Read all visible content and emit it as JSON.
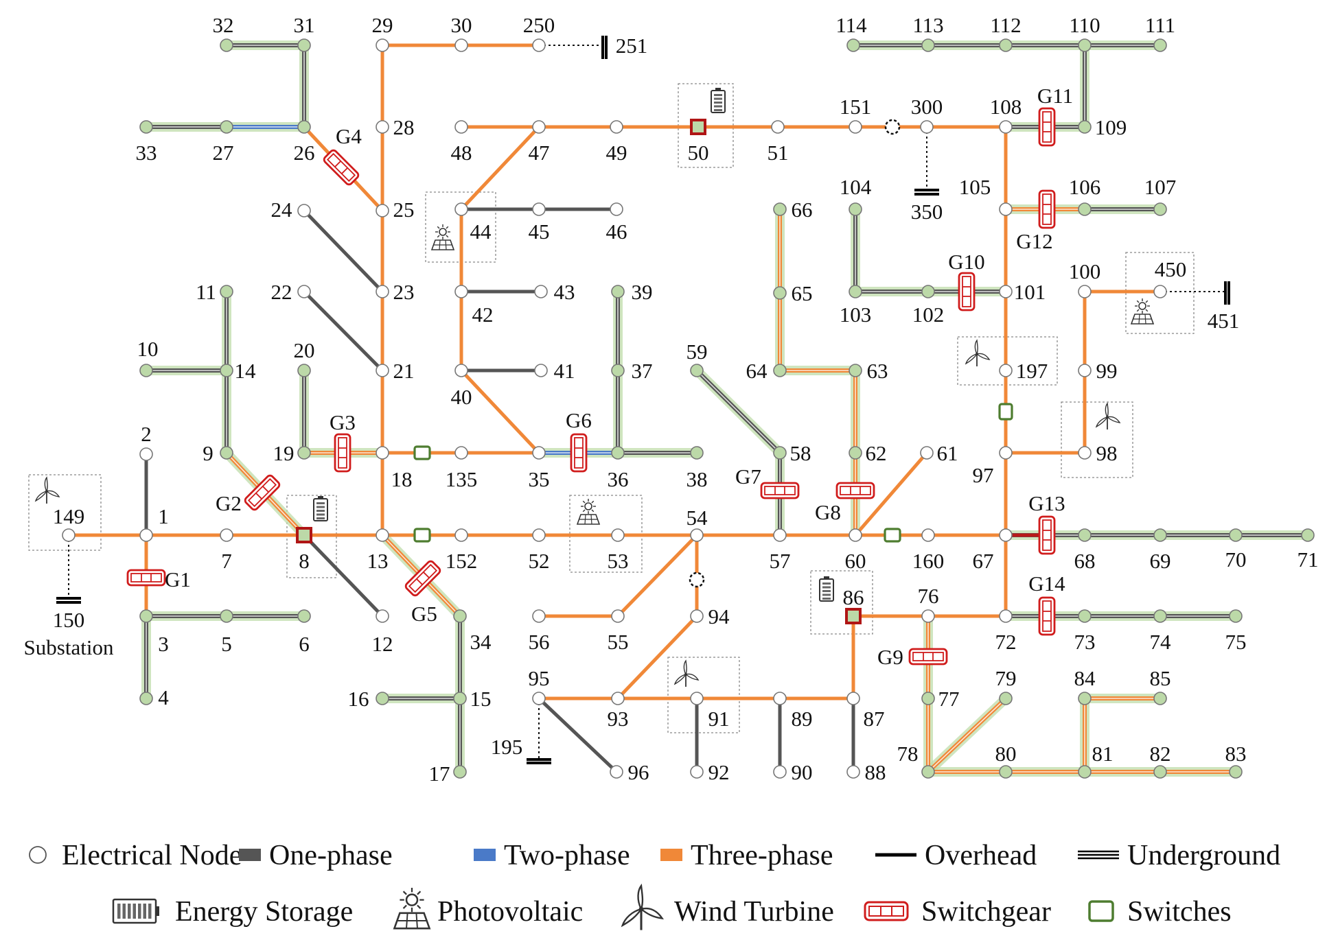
{
  "colors": {
    "one_phase": "#555555",
    "two_phase": "#4a7ac8",
    "three_phase": "#f08838",
    "underground_glow": "#bfdcaa",
    "node_fill": "#ffffff",
    "node_green": "#bcd9a8",
    "switchgear": "#d01c1c",
    "switch": "#4e7d30",
    "storage_node": "#b01515"
  },
  "nodes": [
    {
      "id": "1",
      "label": "1"
    },
    {
      "id": "2",
      "label": "2"
    },
    {
      "id": "3",
      "label": "3"
    },
    {
      "id": "4",
      "label": "4"
    },
    {
      "id": "5",
      "label": "5"
    },
    {
      "id": "6",
      "label": "6"
    },
    {
      "id": "7",
      "label": "7"
    },
    {
      "id": "8",
      "label": "8"
    },
    {
      "id": "9",
      "label": "9"
    },
    {
      "id": "10",
      "label": "10"
    },
    {
      "id": "11",
      "label": "11"
    },
    {
      "id": "12",
      "label": "12"
    },
    {
      "id": "13",
      "label": "13"
    },
    {
      "id": "14",
      "label": "14"
    },
    {
      "id": "15",
      "label": "15"
    },
    {
      "id": "16",
      "label": "16"
    },
    {
      "id": "17",
      "label": "17"
    },
    {
      "id": "18",
      "label": "18"
    },
    {
      "id": "19",
      "label": "19"
    },
    {
      "id": "20",
      "label": "20"
    },
    {
      "id": "21",
      "label": "21"
    },
    {
      "id": "22",
      "label": "22"
    },
    {
      "id": "23",
      "label": "23"
    },
    {
      "id": "24",
      "label": "24"
    },
    {
      "id": "25",
      "label": "25"
    },
    {
      "id": "26",
      "label": "26"
    },
    {
      "id": "27",
      "label": "27"
    },
    {
      "id": "28",
      "label": "28"
    },
    {
      "id": "29",
      "label": "29"
    },
    {
      "id": "30",
      "label": "30"
    },
    {
      "id": "31",
      "label": "31"
    },
    {
      "id": "32",
      "label": "32"
    },
    {
      "id": "33",
      "label": "33"
    },
    {
      "id": "34",
      "label": "34"
    },
    {
      "id": "35",
      "label": "35"
    },
    {
      "id": "36",
      "label": "36"
    },
    {
      "id": "37",
      "label": "37"
    },
    {
      "id": "38",
      "label": "38"
    },
    {
      "id": "39",
      "label": "39"
    },
    {
      "id": "40",
      "label": "40"
    },
    {
      "id": "41",
      "label": "41"
    },
    {
      "id": "42",
      "label": "42"
    },
    {
      "id": "43",
      "label": "43"
    },
    {
      "id": "44",
      "label": "44"
    },
    {
      "id": "45",
      "label": "45"
    },
    {
      "id": "46",
      "label": "46"
    },
    {
      "id": "47",
      "label": "47"
    },
    {
      "id": "48",
      "label": "48"
    },
    {
      "id": "49",
      "label": "49"
    },
    {
      "id": "50",
      "label": "50"
    },
    {
      "id": "51",
      "label": "51"
    },
    {
      "id": "52",
      "label": "52"
    },
    {
      "id": "53",
      "label": "53"
    },
    {
      "id": "54",
      "label": "54"
    },
    {
      "id": "55",
      "label": "55"
    },
    {
      "id": "56",
      "label": "56"
    },
    {
      "id": "57",
      "label": "57"
    },
    {
      "id": "58",
      "label": "58"
    },
    {
      "id": "59",
      "label": "59"
    },
    {
      "id": "60",
      "label": "60"
    },
    {
      "id": "61",
      "label": "61"
    },
    {
      "id": "62",
      "label": "62"
    },
    {
      "id": "63",
      "label": "63"
    },
    {
      "id": "64",
      "label": "64"
    },
    {
      "id": "65",
      "label": "65"
    },
    {
      "id": "66",
      "label": "66"
    },
    {
      "id": "67",
      "label": "67"
    },
    {
      "id": "68",
      "label": "68"
    },
    {
      "id": "69",
      "label": "69"
    },
    {
      "id": "70",
      "label": "70"
    },
    {
      "id": "71",
      "label": "71"
    },
    {
      "id": "72",
      "label": "72"
    },
    {
      "id": "73",
      "label": "73"
    },
    {
      "id": "74",
      "label": "74"
    },
    {
      "id": "75",
      "label": "75"
    },
    {
      "id": "76",
      "label": "76"
    },
    {
      "id": "77",
      "label": "77"
    },
    {
      "id": "78",
      "label": "78"
    },
    {
      "id": "79",
      "label": "79"
    },
    {
      "id": "80",
      "label": "80"
    },
    {
      "id": "81",
      "label": "81"
    },
    {
      "id": "82",
      "label": "82"
    },
    {
      "id": "83",
      "label": "83"
    },
    {
      "id": "84",
      "label": "84"
    },
    {
      "id": "85",
      "label": "85"
    },
    {
      "id": "86",
      "label": "86"
    },
    {
      "id": "87",
      "label": "87"
    },
    {
      "id": "88",
      "label": "88"
    },
    {
      "id": "89",
      "label": "89"
    },
    {
      "id": "90",
      "label": "90"
    },
    {
      "id": "91",
      "label": "91"
    },
    {
      "id": "92",
      "label": "92"
    },
    {
      "id": "93",
      "label": "93"
    },
    {
      "id": "94",
      "label": "94"
    },
    {
      "id": "95",
      "label": "95"
    },
    {
      "id": "96",
      "label": "96"
    },
    {
      "id": "97",
      "label": "97"
    },
    {
      "id": "98",
      "label": "98"
    },
    {
      "id": "99",
      "label": "99"
    },
    {
      "id": "100",
      "label": "100"
    },
    {
      "id": "101",
      "label": "101"
    },
    {
      "id": "102",
      "label": "102"
    },
    {
      "id": "103",
      "label": "103"
    },
    {
      "id": "104",
      "label": "104"
    },
    {
      "id": "105",
      "label": "105"
    },
    {
      "id": "106",
      "label": "106"
    },
    {
      "id": "107",
      "label": "107"
    },
    {
      "id": "108",
      "label": "108"
    },
    {
      "id": "109",
      "label": "109"
    },
    {
      "id": "110",
      "label": "110"
    },
    {
      "id": "111",
      "label": "111"
    },
    {
      "id": "112",
      "label": "112"
    },
    {
      "id": "113",
      "label": "113"
    },
    {
      "id": "114",
      "label": "114"
    },
    {
      "id": "135",
      "label": "135"
    },
    {
      "id": "149",
      "label": "149"
    },
    {
      "id": "150",
      "label": "150"
    },
    {
      "id": "151",
      "label": "151"
    },
    {
      "id": "152",
      "label": "152"
    },
    {
      "id": "160",
      "label": "160"
    },
    {
      "id": "195",
      "label": "195"
    },
    {
      "id": "197",
      "label": "197"
    },
    {
      "id": "250",
      "label": "250"
    },
    {
      "id": "251",
      "label": "251"
    },
    {
      "id": "300",
      "label": "300"
    },
    {
      "id": "350",
      "label": "350"
    },
    {
      "id": "450",
      "label": "450"
    },
    {
      "id": "451",
      "label": "451"
    }
  ],
  "edges": [
    [
      "149",
      "1",
      "three",
      "overhead"
    ],
    [
      "1",
      "2",
      "one",
      "overhead"
    ],
    [
      "1",
      "7",
      "three",
      "overhead"
    ],
    [
      "1",
      "3",
      "three",
      "overhead"
    ],
    [
      "3",
      "4",
      "one",
      "underground"
    ],
    [
      "3",
      "5",
      "one",
      "underground"
    ],
    [
      "5",
      "6",
      "one",
      "underground"
    ],
    [
      "7",
      "8",
      "three",
      "overhead"
    ],
    [
      "8",
      "13",
      "three",
      "overhead"
    ],
    [
      "8",
      "12",
      "one",
      "overhead"
    ],
    [
      "8",
      "9",
      "three",
      "underground"
    ],
    [
      "9",
      "14",
      "one",
      "underground"
    ],
    [
      "14",
      "11",
      "one",
      "underground"
    ],
    [
      "14",
      "10",
      "one",
      "underground"
    ],
    [
      "13",
      "152",
      "three",
      "overhead"
    ],
    [
      "13",
      "18",
      "three",
      "overhead"
    ],
    [
      "13",
      "34",
      "three",
      "underground"
    ],
    [
      "34",
      "15",
      "one",
      "underground"
    ],
    [
      "15",
      "16",
      "one",
      "underground"
    ],
    [
      "15",
      "17",
      "one",
      "underground"
    ],
    [
      "18",
      "19",
      "three",
      "underground"
    ],
    [
      "19",
      "20",
      "one",
      "underground"
    ],
    [
      "18",
      "21",
      "three",
      "overhead"
    ],
    [
      "18",
      "135",
      "three",
      "overhead"
    ],
    [
      "135",
      "35",
      "three",
      "overhead"
    ],
    [
      "35",
      "36",
      "two",
      "underground"
    ],
    [
      "36",
      "38",
      "one",
      "underground"
    ],
    [
      "36",
      "37",
      "one",
      "underground"
    ],
    [
      "37",
      "39",
      "one",
      "underground"
    ],
    [
      "35",
      "40",
      "three",
      "overhead"
    ],
    [
      "40",
      "41",
      "one",
      "overhead"
    ],
    [
      "40",
      "42",
      "three",
      "overhead"
    ],
    [
      "42",
      "43",
      "one",
      "overhead"
    ],
    [
      "42",
      "44",
      "three",
      "overhead"
    ],
    [
      "44",
      "45",
      "one",
      "overhead"
    ],
    [
      "45",
      "46",
      "one",
      "overhead"
    ],
    [
      "44",
      "47",
      "three",
      "overhead"
    ],
    [
      "47",
      "48",
      "three",
      "overhead"
    ],
    [
      "47",
      "49",
      "three",
      "overhead"
    ],
    [
      "49",
      "50",
      "three",
      "overhead"
    ],
    [
      "50",
      "51",
      "three",
      "overhead"
    ],
    [
      "51",
      "151",
      "three",
      "overhead"
    ],
    [
      "151",
      "300",
      "three",
      "overhead"
    ],
    [
      "300",
      "108",
      "three",
      "overhead"
    ],
    [
      "21",
      "22",
      "one",
      "overhead"
    ],
    [
      "21",
      "23",
      "three",
      "overhead"
    ],
    [
      "23",
      "24",
      "one",
      "overhead"
    ],
    [
      "23",
      "25",
      "three",
      "overhead"
    ],
    [
      "25",
      "26",
      "three",
      "overhead"
    ],
    [
      "25",
      "28",
      "three",
      "overhead"
    ],
    [
      "28",
      "29",
      "three",
      "overhead"
    ],
    [
      "29",
      "30",
      "three",
      "overhead"
    ],
    [
      "30",
      "250",
      "three",
      "overhead"
    ],
    [
      "26",
      "27",
      "two",
      "underground"
    ],
    [
      "27",
      "33",
      "one",
      "underground"
    ],
    [
      "26",
      "31",
      "one",
      "underground"
    ],
    [
      "31",
      "32",
      "one",
      "underground"
    ],
    [
      "152",
      "52",
      "three",
      "overhead"
    ],
    [
      "52",
      "53",
      "three",
      "overhead"
    ],
    [
      "53",
      "54",
      "three",
      "overhead"
    ],
    [
      "54",
      "57",
      "three",
      "overhead"
    ],
    [
      "57",
      "60",
      "three",
      "overhead"
    ],
    [
      "54",
      "55",
      "three",
      "overhead"
    ],
    [
      "55",
      "56",
      "three",
      "overhead"
    ],
    [
      "54",
      "94",
      "three",
      "overhead"
    ],
    [
      "94",
      "93",
      "three",
      "overhead"
    ],
    [
      "93",
      "95",
      "three",
      "overhead"
    ],
    [
      "93",
      "91",
      "three",
      "overhead"
    ],
    [
      "91",
      "89",
      "three",
      "overhead"
    ],
    [
      "89",
      "87",
      "three",
      "overhead"
    ],
    [
      "95",
      "96",
      "one",
      "overhead"
    ],
    [
      "91",
      "92",
      "one",
      "overhead"
    ],
    [
      "89",
      "90",
      "one",
      "overhead"
    ],
    [
      "87",
      "88",
      "one",
      "overhead"
    ],
    [
      "87",
      "86",
      "three",
      "overhead"
    ],
    [
      "86",
      "76",
      "three",
      "overhead"
    ],
    [
      "76",
      "72",
      "three",
      "overhead"
    ],
    [
      "76",
      "77",
      "three",
      "underground"
    ],
    [
      "77",
      "78",
      "three",
      "underground"
    ],
    [
      "78",
      "79",
      "three",
      "underground"
    ],
    [
      "78",
      "80",
      "three",
      "underground"
    ],
    [
      "80",
      "81",
      "three",
      "underground"
    ],
    [
      "81",
      "82",
      "three",
      "underground"
    ],
    [
      "82",
      "83",
      "three",
      "underground"
    ],
    [
      "81",
      "84",
      "three",
      "underground"
    ],
    [
      "84",
      "85",
      "three",
      "underground"
    ],
    [
      "57",
      "58",
      "one",
      "underground"
    ],
    [
      "58",
      "59",
      "one",
      "underground"
    ],
    [
      "60",
      "62",
      "three",
      "underground"
    ],
    [
      "62",
      "63",
      "three",
      "underground"
    ],
    [
      "63",
      "64",
      "three",
      "underground"
    ],
    [
      "64",
      "65",
      "three",
      "underground"
    ],
    [
      "65",
      "66",
      "three",
      "underground"
    ],
    [
      "60",
      "61",
      "three",
      "overhead"
    ],
    [
      "60",
      "160",
      "three",
      "overhead"
    ],
    [
      "160",
      "67",
      "three",
      "overhead"
    ],
    [
      "67",
      "68",
      "one",
      "underground"
    ],
    [
      "68",
      "69",
      "one",
      "underground"
    ],
    [
      "69",
      "70",
      "one",
      "underground"
    ],
    [
      "70",
      "71",
      "one",
      "underground"
    ],
    [
      "67",
      "72",
      "three",
      "overhead"
    ],
    [
      "72",
      "73",
      "one",
      "underground"
    ],
    [
      "73",
      "74",
      "one",
      "underground"
    ],
    [
      "74",
      "75",
      "one",
      "underground"
    ],
    [
      "67",
      "97",
      "three",
      "overhead"
    ],
    [
      "97",
      "98",
      "three",
      "overhead"
    ],
    [
      "98",
      "99",
      "three",
      "overhead"
    ],
    [
      "99",
      "100",
      "three",
      "overhead"
    ],
    [
      "100",
      "450",
      "three",
      "overhead"
    ],
    [
      "97",
      "197",
      "three",
      "overhead"
    ],
    [
      "197",
      "101",
      "three",
      "overhead"
    ],
    [
      "101",
      "102",
      "one",
      "underground"
    ],
    [
      "102",
      "103",
      "one",
      "underground"
    ],
    [
      "103",
      "104",
      "one",
      "underground"
    ],
    [
      "101",
      "105",
      "three",
      "overhead"
    ],
    [
      "105",
      "106",
      "three",
      "underground"
    ],
    [
      "106",
      "107",
      "one",
      "underground"
    ],
    [
      "105",
      "108",
      "three",
      "overhead"
    ],
    [
      "108",
      "109",
      "one",
      "underground"
    ],
    [
      "109",
      "110",
      "one",
      "underground"
    ],
    [
      "110",
      "111",
      "one",
      "underground"
    ],
    [
      "110",
      "112",
      "one",
      "underground"
    ],
    [
      "112",
      "113",
      "one",
      "underground"
    ],
    [
      "113",
      "114",
      "one",
      "underground"
    ]
  ],
  "dotted_links": [
    [
      "250",
      "251"
    ],
    [
      "149",
      "150"
    ],
    [
      "300",
      "350"
    ],
    [
      "450",
      "451"
    ],
    [
      "95",
      "195"
    ]
  ],
  "switchgears": [
    {
      "id": "G1",
      "label": "G1"
    },
    {
      "id": "G2",
      "label": "G2"
    },
    {
      "id": "G3",
      "label": "G3"
    },
    {
      "id": "G4",
      "label": "G4"
    },
    {
      "id": "G5",
      "label": "G5"
    },
    {
      "id": "G6",
      "label": "G6"
    },
    {
      "id": "G7",
      "label": "G7"
    },
    {
      "id": "G8",
      "label": "G8"
    },
    {
      "id": "G9",
      "label": "G9"
    },
    {
      "id": "G10",
      "label": "G10"
    },
    {
      "id": "G11",
      "label": "G11"
    },
    {
      "id": "G12",
      "label": "G12"
    },
    {
      "id": "G13",
      "label": "G13"
    },
    {
      "id": "G14",
      "label": "G14"
    }
  ],
  "substation_label": "Substation",
  "legend": {
    "row1": [
      {
        "key": "node",
        "label": "Electrical Node"
      },
      {
        "key": "one",
        "label": "One-phase"
      },
      {
        "key": "two",
        "label": "Two-phase"
      },
      {
        "key": "three",
        "label": "Three-phase"
      },
      {
        "key": "overhead",
        "label": "Overhead"
      },
      {
        "key": "underground",
        "label": "Underground"
      }
    ],
    "row2": [
      {
        "key": "storage",
        "label": "Energy Storage"
      },
      {
        "key": "pv",
        "label": "Photovoltaic"
      },
      {
        "key": "wind",
        "label": "Wind Turbine"
      },
      {
        "key": "switchgear",
        "label": "Switchgear"
      },
      {
        "key": "switches",
        "label": "Switches"
      }
    ]
  }
}
